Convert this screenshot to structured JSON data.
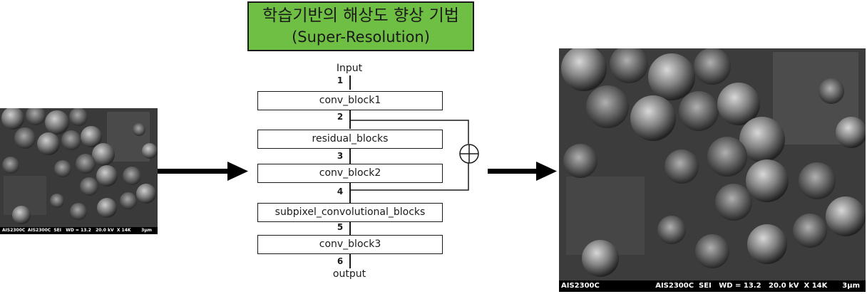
{
  "title": {
    "line1": "학습기반의 해상도 향상 기법",
    "line2": "(Super-Resolution)",
    "background": "#6fbf44"
  },
  "input_image": {
    "left_label": "AIS2300C",
    "right_label": "AIS2300C  SEI   WD = 13.2   20.0 kV  X 14K       3μm"
  },
  "output_image": {
    "left_label": "AIS2300C",
    "right_label": "AIS2300C  SEI   WD = 13.2   20.0 kV  X 14K      3μm"
  },
  "flow": {
    "input_label": "Input",
    "output_label": "output",
    "blocks": [
      "conv_block1",
      "residual_blocks",
      "conv_block2",
      "subpixel_convolutional_blocks",
      "conv_block3"
    ],
    "nodes": [
      "1",
      "2",
      "3",
      "4",
      "5",
      "6"
    ]
  },
  "icons": {
    "sum": "circle-plus-icon",
    "arrow": "arrow-right-icon"
  }
}
